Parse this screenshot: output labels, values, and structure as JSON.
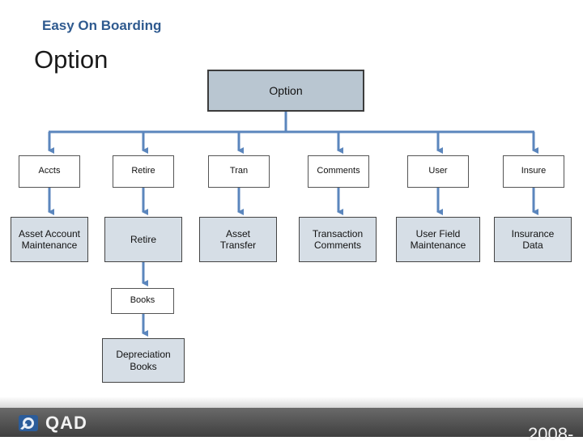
{
  "header": {
    "subtitle": "Easy On Boarding",
    "title": "Option"
  },
  "diagram": {
    "root": "Option",
    "level1": [
      "Accts",
      "Retire",
      "Tran",
      "Comments",
      "User",
      "Insure"
    ],
    "level2": [
      "Asset Account\nMaintenance",
      "Retire",
      "Asset\nTransfer",
      "Transaction\nComments",
      "User Field\nMaintenance",
      "Insurance\nData"
    ],
    "level3": "Books",
    "level4": "Depreciation\nBooks"
  },
  "footer": {
    "logo_text": "QAD",
    "year": "2008-"
  },
  "colors": {
    "connector": "#5b86bd",
    "root_fill": "#b9c6d1",
    "level2_fill": "#d6dee6",
    "subtitle": "#2f5a8f"
  }
}
